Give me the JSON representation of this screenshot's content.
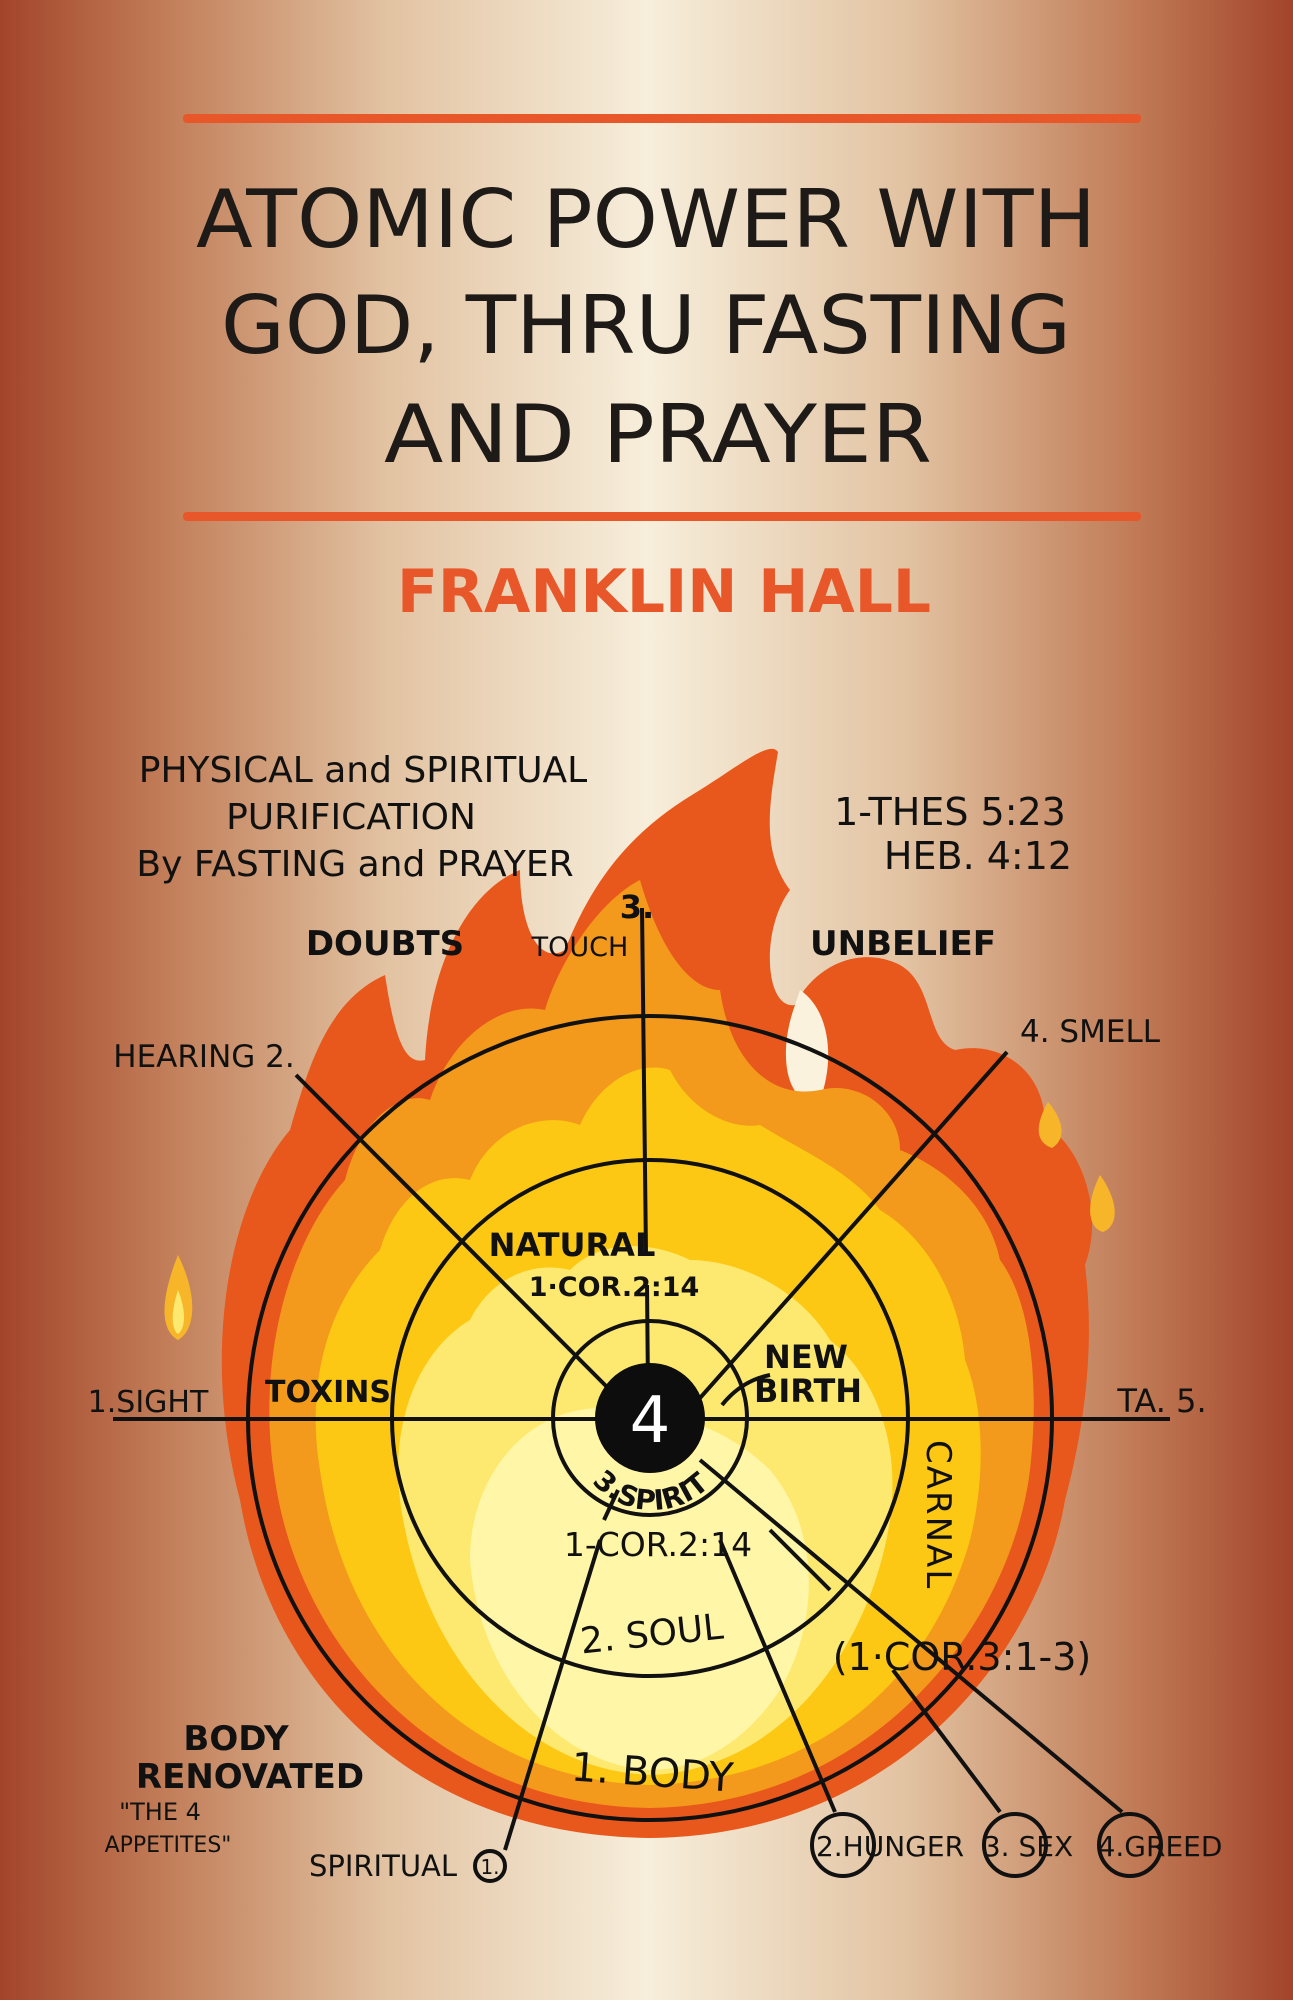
{
  "cover": {
    "title_lines": [
      "ATOMIC POWER WITH",
      "GOD, THRU FASTING",
      "AND PRAYER"
    ],
    "author": "FRANKLIN HALL",
    "accent_color": "#e8572a"
  },
  "diagram": {
    "caption_lines": [
      "PHYSICAL and SPIRITUAL",
      "PURIFICATION",
      "By FASTING and PRAYER"
    ],
    "references": [
      "1-THES 5:23",
      "HEB. 4:12"
    ],
    "top_labels": {
      "three": "3.",
      "doubts": "DOUBTS",
      "touch": "TOUCH",
      "unbelief": "UNBELIEF"
    },
    "senses": {
      "hearing": "HEARING 2.",
      "smell": "4. SMELL",
      "sight": "1.SIGHT",
      "taste": "TA. 5."
    },
    "rings": {
      "natural": "NATURAL",
      "natural_ref": "1·COR.2:14",
      "new": "NEW",
      "birth": "BIRTH",
      "toxins": "TOXINS",
      "center": "4",
      "spirit": "3.SPIRIT",
      "spirit_ref": "1-COR.2:14",
      "carnal": "CARNAL",
      "soul": "2. SOUL",
      "carnal_ref": "(1·COR.3:1-3)",
      "body": "1. BODY"
    },
    "bottom_left": [
      "BODY",
      "RENOVATED",
      "\"THE 4",
      "APPETITES\""
    ],
    "appetites": {
      "spiritual": "SPIRITUAL",
      "spiritual_num": "1.",
      "hunger": "2.HUNGER",
      "sex": "3. SEX",
      "greed": "4.GREED"
    }
  }
}
